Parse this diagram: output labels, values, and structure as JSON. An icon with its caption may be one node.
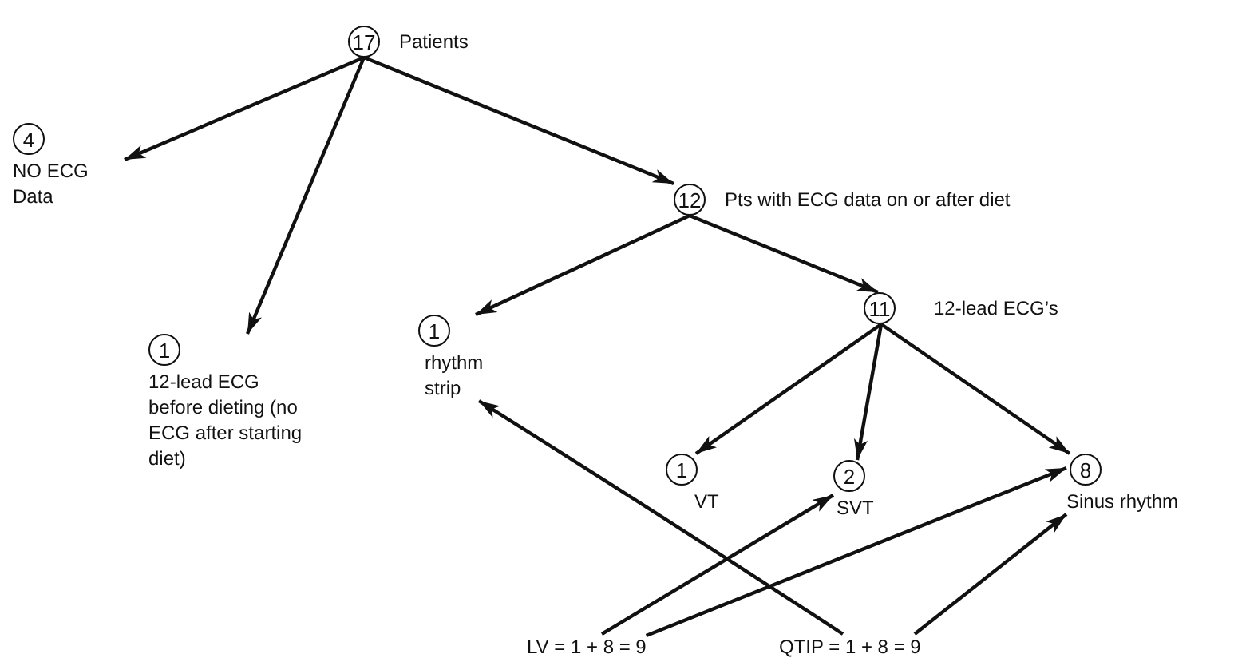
{
  "diagram": {
    "nodes": [
      {
        "text": [
          "17",
          "Patients"
        ]
      },
      {
        "text": [
          "4",
          "NO ECG Data"
        ]
      },
      {
        "text": [
          "1",
          "12-lead ECG before dieting (no ECG after starting diet)"
        ]
      },
      {
        "text": [
          "12",
          "Pts with ECG data on or after diet"
        ]
      },
      {
        "text": [
          "1",
          "rhythm strip"
        ]
      },
      {
        "text": [
          "11",
          "12-lead ECG’s"
        ]
      },
      {
        "text": [
          "1",
          "VT"
        ]
      },
      {
        "text": [
          "2",
          "SVT"
        ]
      },
      {
        "text": [
          "8",
          "Sinus rhythm"
        ]
      },
      {
        "text": [
          "LV = 1 + 8 = 9"
        ]
      },
      {
        "text": [
          "QTIP = 1 + 8 = 9"
        ]
      }
    ],
    "edges": [
      {
        "from": 0,
        "to": 1,
        "arrow": "to"
      },
      {
        "from": 0,
        "to": 2,
        "arrow": "to"
      },
      {
        "from": 0,
        "to": 3,
        "arrow": "to"
      },
      {
        "from": 3,
        "to": 4,
        "arrow": "to"
      },
      {
        "from": 3,
        "to": 5,
        "arrow": "to"
      },
      {
        "from": 5,
        "to": 6,
        "arrow": "to"
      },
      {
        "from": 5,
        "to": 7,
        "arrow": "to"
      },
      {
        "from": 5,
        "to": 8,
        "arrow": "to"
      },
      {
        "from": 9,
        "to": 7,
        "arrow": "to"
      },
      {
        "from": 9,
        "to": 8,
        "arrow": "to"
      },
      {
        "from": 10,
        "to": 4,
        "arrow": "to"
      },
      {
        "from": 10,
        "to": 8,
        "arrow": "to"
      }
    ]
  }
}
